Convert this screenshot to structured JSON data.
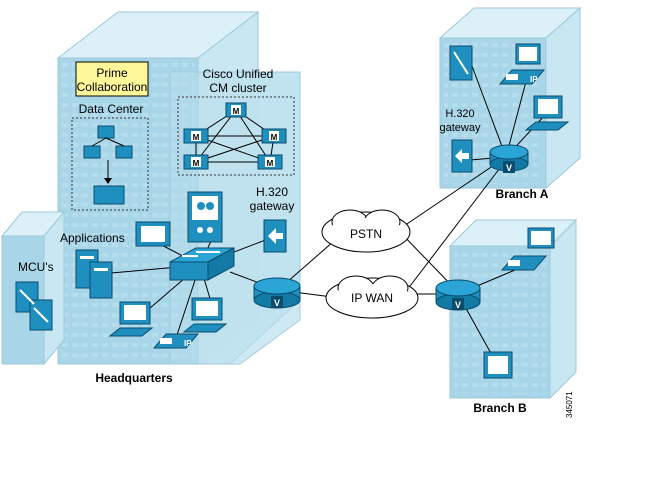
{
  "labels": {
    "prime_line1": "Prime",
    "prime_line2": "Collaboration",
    "data_center": "Data Center",
    "cucm_line1": "Cisco Unified",
    "cucm_line2": "CM cluster",
    "h320_hq_line1": "H.320",
    "h320_hq_line2": "gateway",
    "h320_branch_line1": "H.320",
    "h320_branch_line2": "gateway",
    "applications": "Applications",
    "mcus": "MCU's",
    "headquarters": "Headquarters",
    "pstn": "PSTN",
    "ip_wan": "IP WAN",
    "branch_a": "Branch A",
    "branch_b": "Branch B",
    "figure_id": "345071"
  },
  "device_marks": {
    "cm_node": "M",
    "router": "V",
    "phone": "IP"
  },
  "colors": {
    "building_front": "#a8d6e8",
    "building_side": "#c9e7f2",
    "building_top": "#dcf0f8",
    "device": "#1f8fc0",
    "device_dark": "#0a4c6c",
    "prime_box": "#fff799"
  }
}
